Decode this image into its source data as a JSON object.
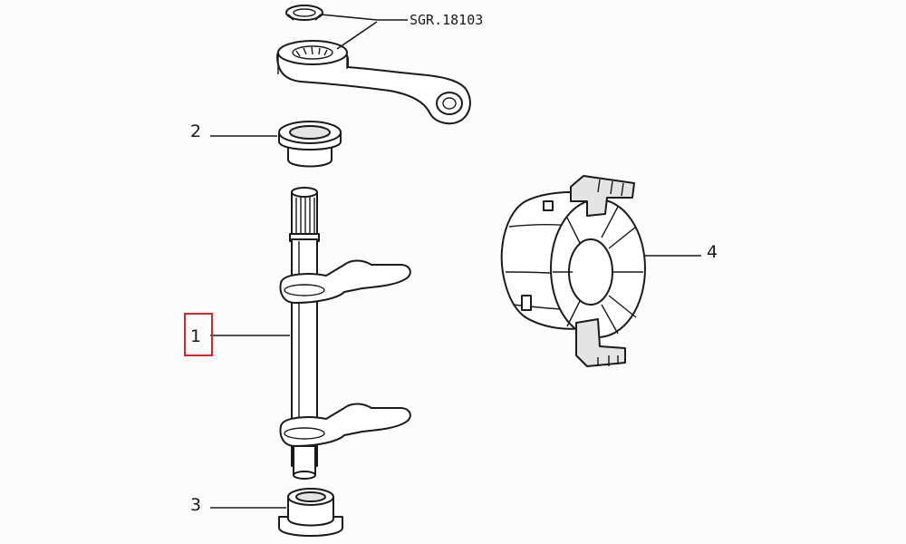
{
  "diagram": {
    "reference_label": "SGR.18103",
    "callouts": {
      "shaft": "1",
      "upper_bush": "2",
      "lower_bush": "3",
      "selector": "4"
    },
    "highlighted_callout": "1",
    "colors": {
      "line": "#1a1a1a",
      "highlight": "#d9262c",
      "background": "#fcfcfc"
    }
  }
}
